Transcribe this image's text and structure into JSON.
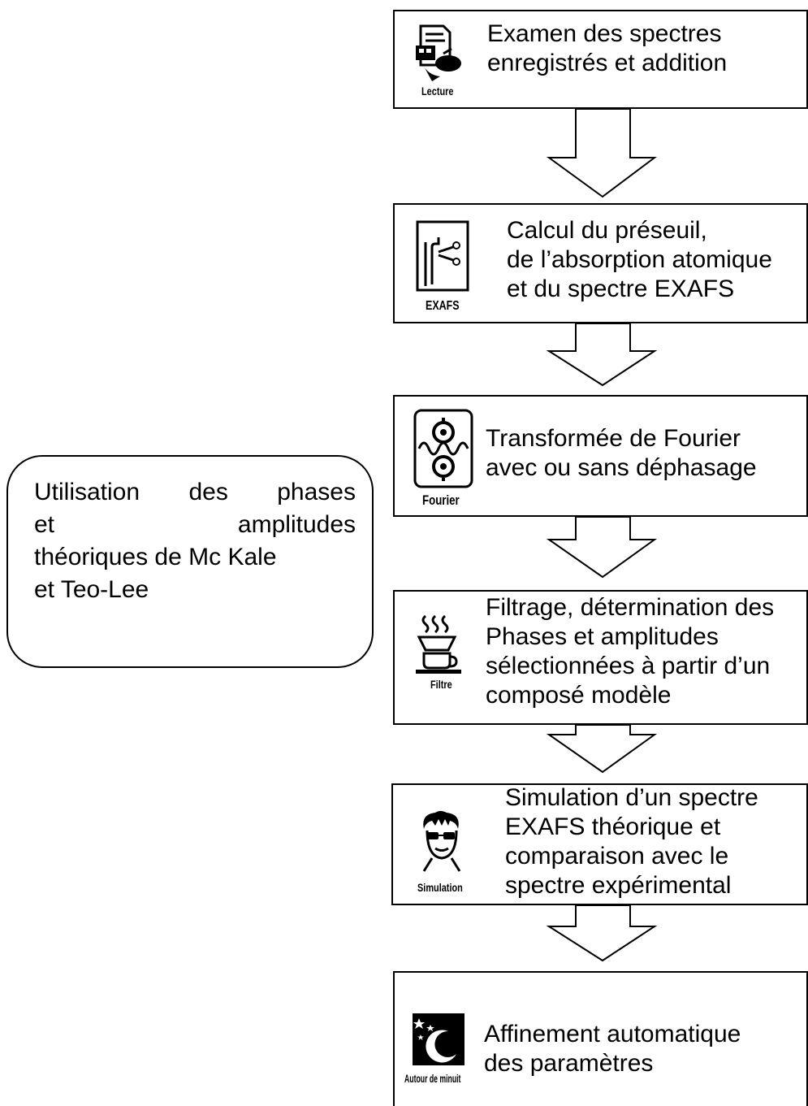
{
  "side_note": {
    "lines": [
      [
        "Utilisation",
        "des",
        "phases"
      ],
      [
        "et",
        "amplitudes"
      ],
      [
        "théoriques de Mc Kale"
      ],
      [
        "et Teo-Lee"
      ]
    ]
  },
  "steps": [
    {
      "icon": "reading-icon",
      "caption": "Lecture",
      "lines": [
        "Examen des spectres",
        "enregistrés et addition"
      ]
    },
    {
      "icon": "exafs-icon",
      "caption": "EXAFS",
      "lines": [
        "Calcul du préseuil,",
        "de l’absorption atomique",
        "et du spectre EXAFS"
      ]
    },
    {
      "icon": "fourier-gears-icon",
      "caption": "Fourier",
      "lines": [
        "Transformée de Fourier",
        "avec ou sans déphasage"
      ]
    },
    {
      "icon": "coffee-filter-icon",
      "caption": "Filtre",
      "lines": [
        "Filtrage, détermination des",
        "Phases et amplitudes",
        "sélectionnées à partir d’un",
        "composé modèle"
      ]
    },
    {
      "icon": "scientist-face-icon",
      "caption": "Simulation",
      "lines": [
        "Simulation d’un spectre",
        "EXAFS théorique et",
        "comparaison avec le",
        "spectre expérimental"
      ]
    },
    {
      "icon": "moon-night-icon",
      "caption": "Autour de minuit",
      "lines": [
        "Affinement automatique",
        "des paramètres"
      ]
    }
  ]
}
